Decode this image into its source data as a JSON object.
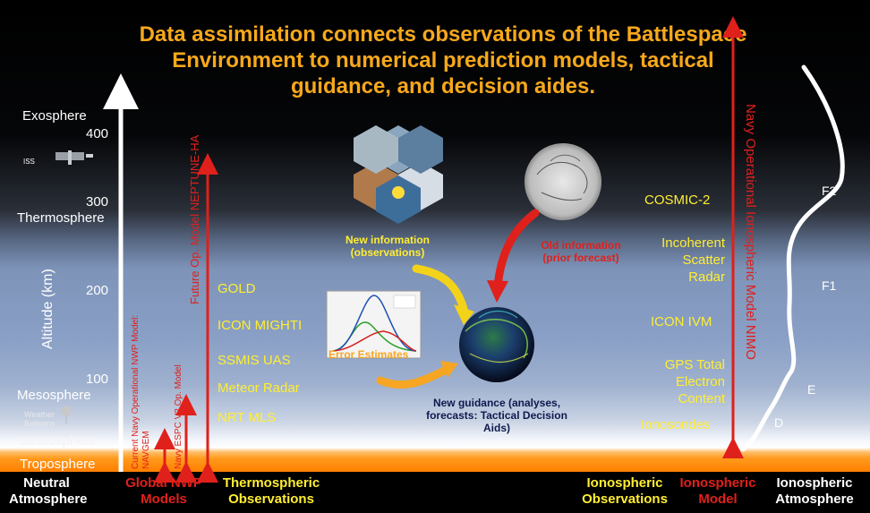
{
  "title": "Data assimilation connects observations of the Battlespace Environment to numerical prediction models, tactical guidance, and decision aides.",
  "altitude_axis": {
    "label": "Altitude (km)",
    "ticks": [
      "400",
      "300",
      "200",
      "100"
    ],
    "layers": [
      "Exosphere",
      "Thermosphere",
      "Mesosphere",
      "Stratosphere",
      "Troposphere"
    ]
  },
  "markers": {
    "iss": "ISS",
    "balloons": "Weather Balloons"
  },
  "nwp_models": {
    "current": "Current Navy Operational NWP Model: NAVGEM",
    "espc": "Navy ESPC V2 Op. Model",
    "future": "Future Op. Model NEPTUNE-HA"
  },
  "thermospheric_observations": [
    "GOLD",
    "ICON MIGHTI",
    "SSMIS UAS",
    "Meteor Radar",
    "NRT MLS"
  ],
  "center": {
    "new_info": "New information (observations)",
    "old_info": "Old information (prior forecast)",
    "error": "Error Estimates",
    "guidance": "New guidance (analyses, forecasts: Tactical Decision Aids)"
  },
  "ionospheric_observations": [
    "COSMIC-2",
    "Incoherent Scatter Radar",
    "ICON IVM",
    "GPS Total Electron Content",
    "Ionosondes"
  ],
  "ionospheric_model": "Navy Operational Ionospheric Model NIMO",
  "ionosphere_layers": [
    "F2",
    "F1",
    "E",
    "D"
  ],
  "footer": {
    "neutral": "Neutral Atmosphere",
    "nwp": "Global NWP Models",
    "thermo": "Thermospheric Observations",
    "iono_obs": "Ionospheric Observations",
    "iono_model": "Ionospheric Model",
    "iono_atm": "Ionospheric Atmosphere"
  },
  "colors": {
    "title": "#f7a81b",
    "model_red": "#e0201b",
    "obs_yellow": "#ffee33",
    "arrow_yellow": "#f3d21a",
    "orange": "#f6a623"
  }
}
